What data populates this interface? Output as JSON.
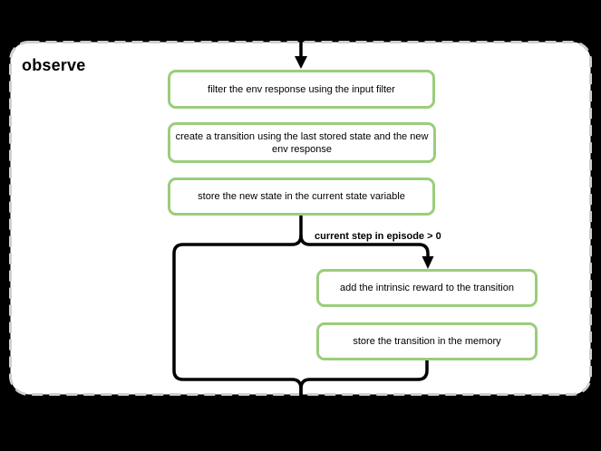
{
  "panel": {
    "title": "observe",
    "background": "#ffffff",
    "border_color": "#cfcfcf",
    "outer_background": "#000000"
  },
  "flow": {
    "steps": [
      {
        "label": "filter the env response using the input filter"
      },
      {
        "label": "create a transition using the last stored state and the new env response"
      },
      {
        "label": "store the new state in the current state variable"
      },
      {
        "label": "add the intrinsic reward to the transition"
      },
      {
        "label": "store the transition in the memory"
      }
    ],
    "branch_label": "current step in episode > 0",
    "box_border_color": "#9acd7c",
    "box_fill_color": "#ffffff",
    "line_color": "#000000",
    "text_color": "#000000"
  }
}
